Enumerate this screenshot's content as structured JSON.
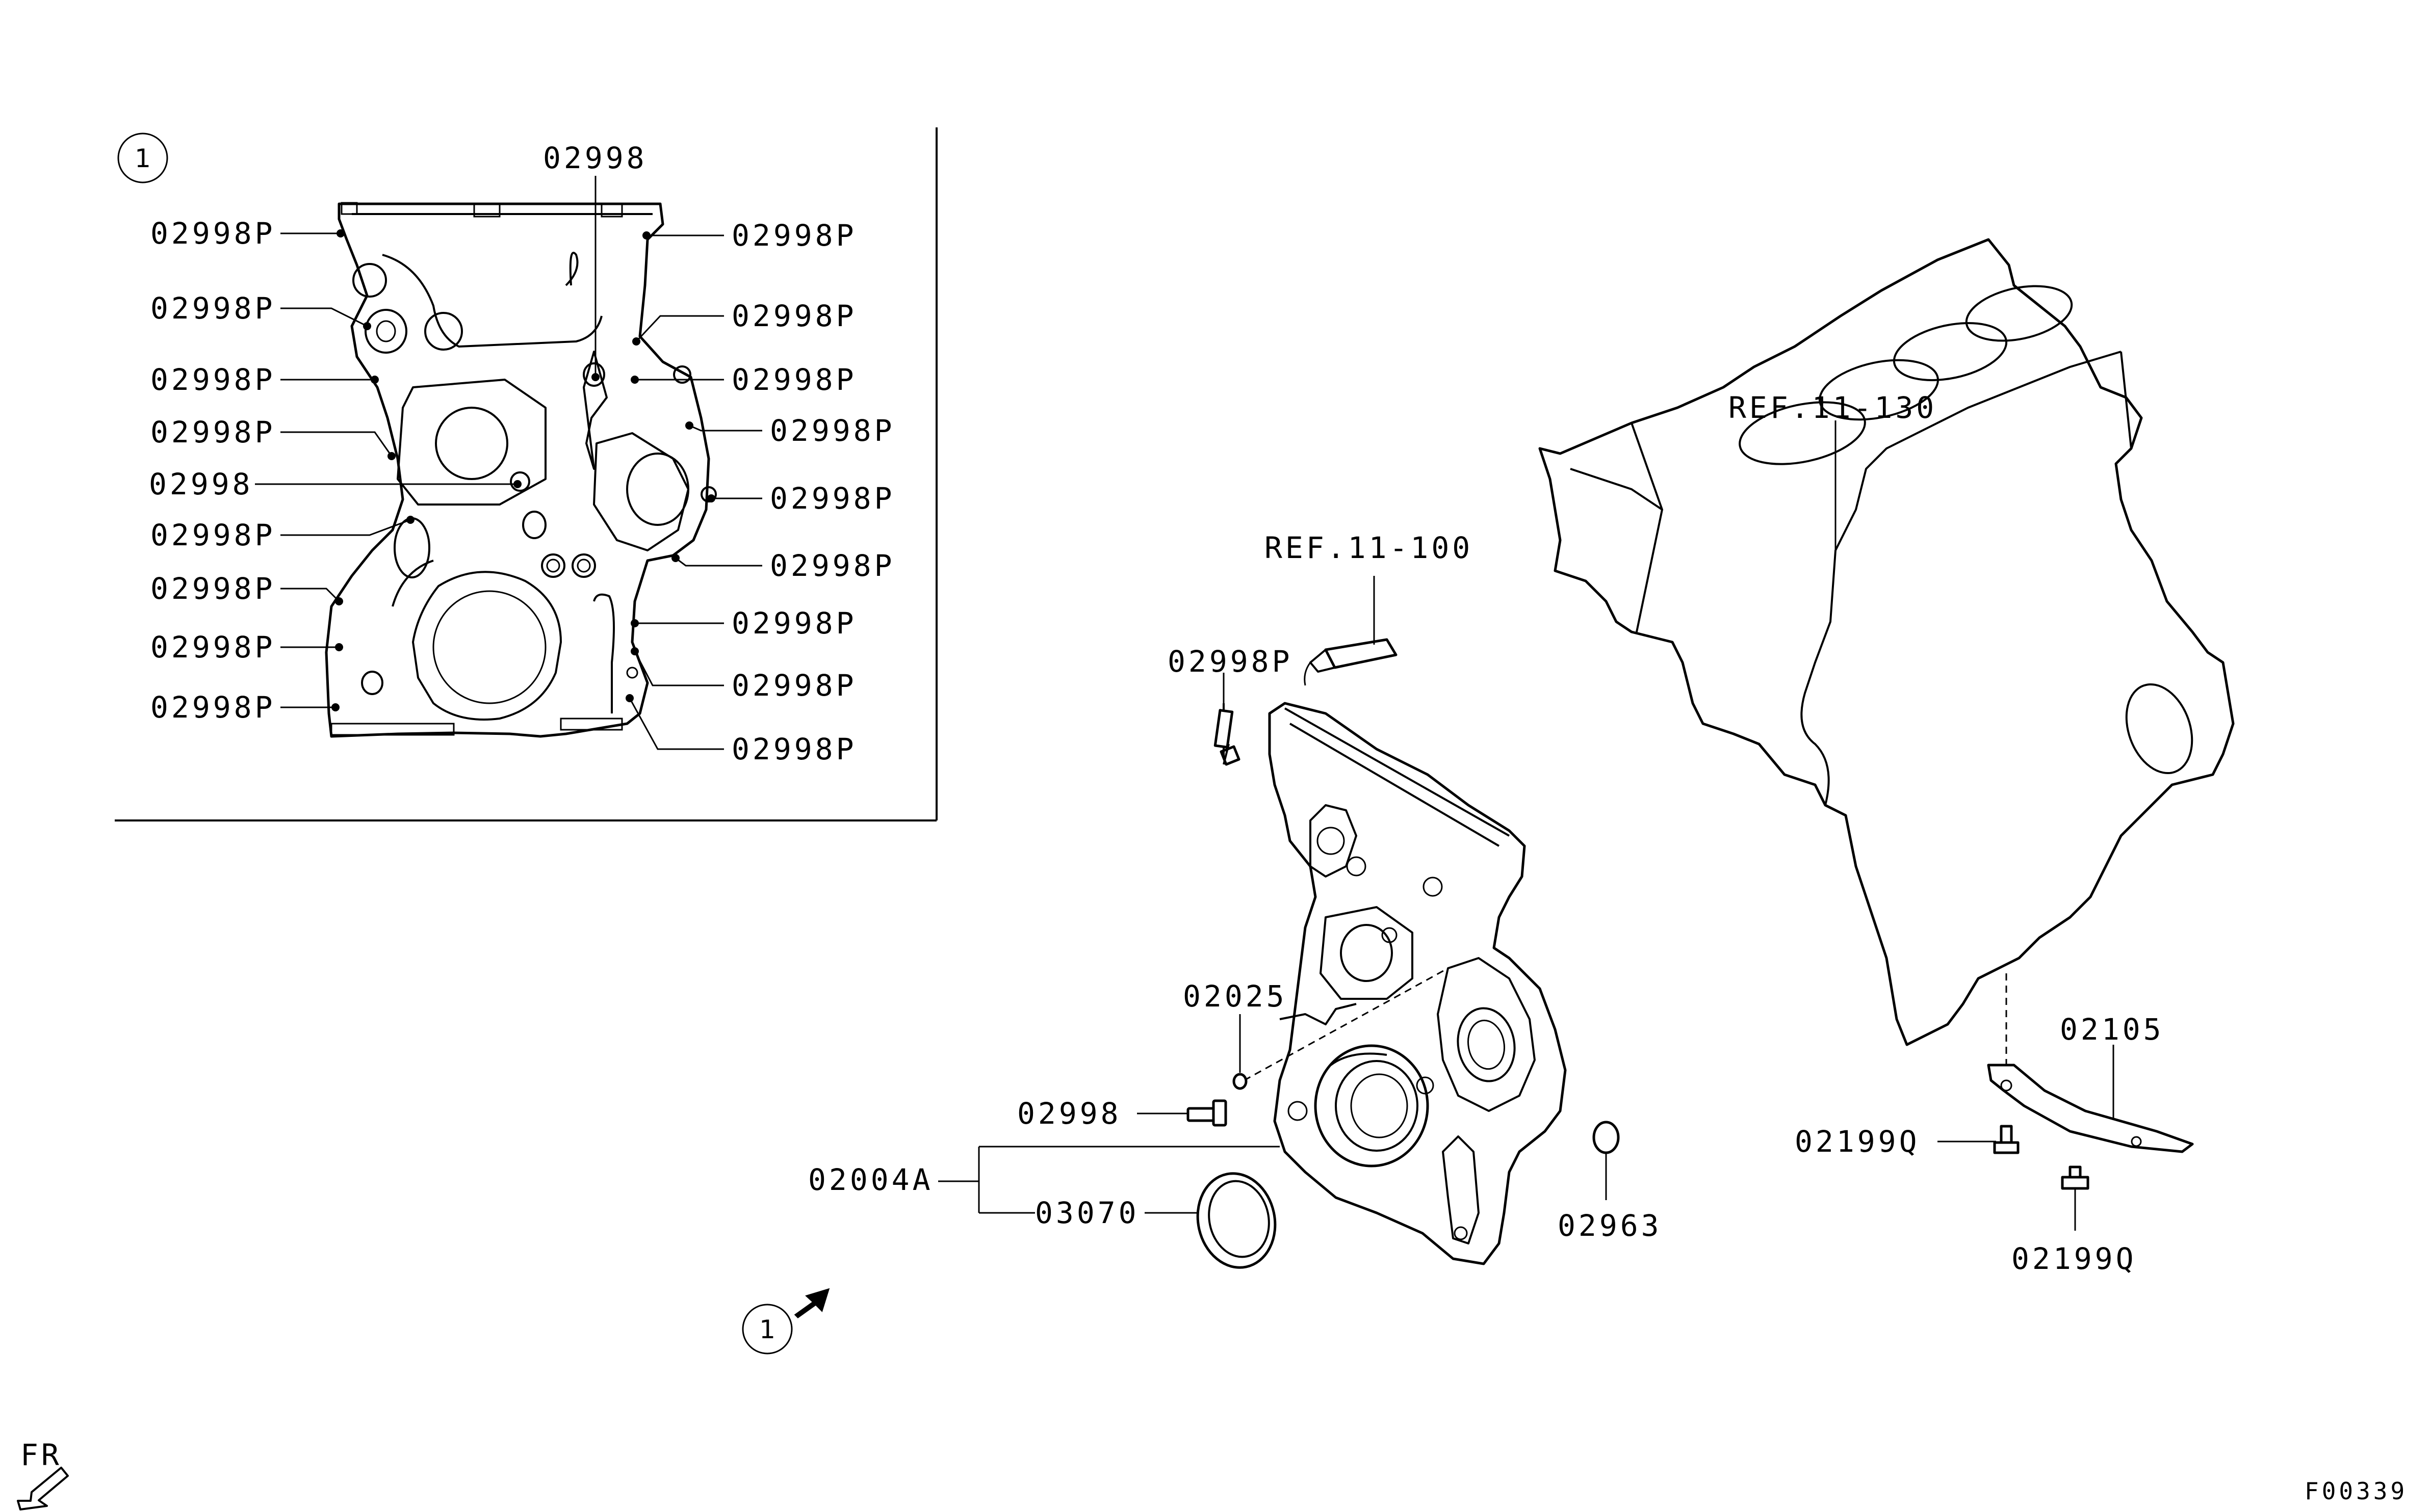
{
  "inset": {
    "circle_label": "1",
    "callouts_left": [
      "02998P",
      "02998P",
      "02998P",
      "02998P",
      "02998",
      "02998P",
      "02998P",
      "02998P",
      "02998P"
    ],
    "callout_top": "02998",
    "callouts_right": [
      "02998P",
      "02998P",
      "02998P",
      "02998P",
      "02998P",
      "02998P",
      "02998P",
      "02998P",
      "02998P"
    ]
  },
  "main": {
    "ref_block": "REF.11-130",
    "ref_sealant": "REF.11-100",
    "bolt_top": "02998P",
    "washer": "02025",
    "bolt_side": "02998",
    "cover_assy": "02004A",
    "oil_seal": "03070",
    "o_ring": "02963",
    "bracket": "02105",
    "bracket_bolt_1": "02199Q",
    "bracket_bolt_2": "02199Q",
    "view_circle_label": "1"
  },
  "front_indicator": "FR",
  "figure_code": "F00339"
}
